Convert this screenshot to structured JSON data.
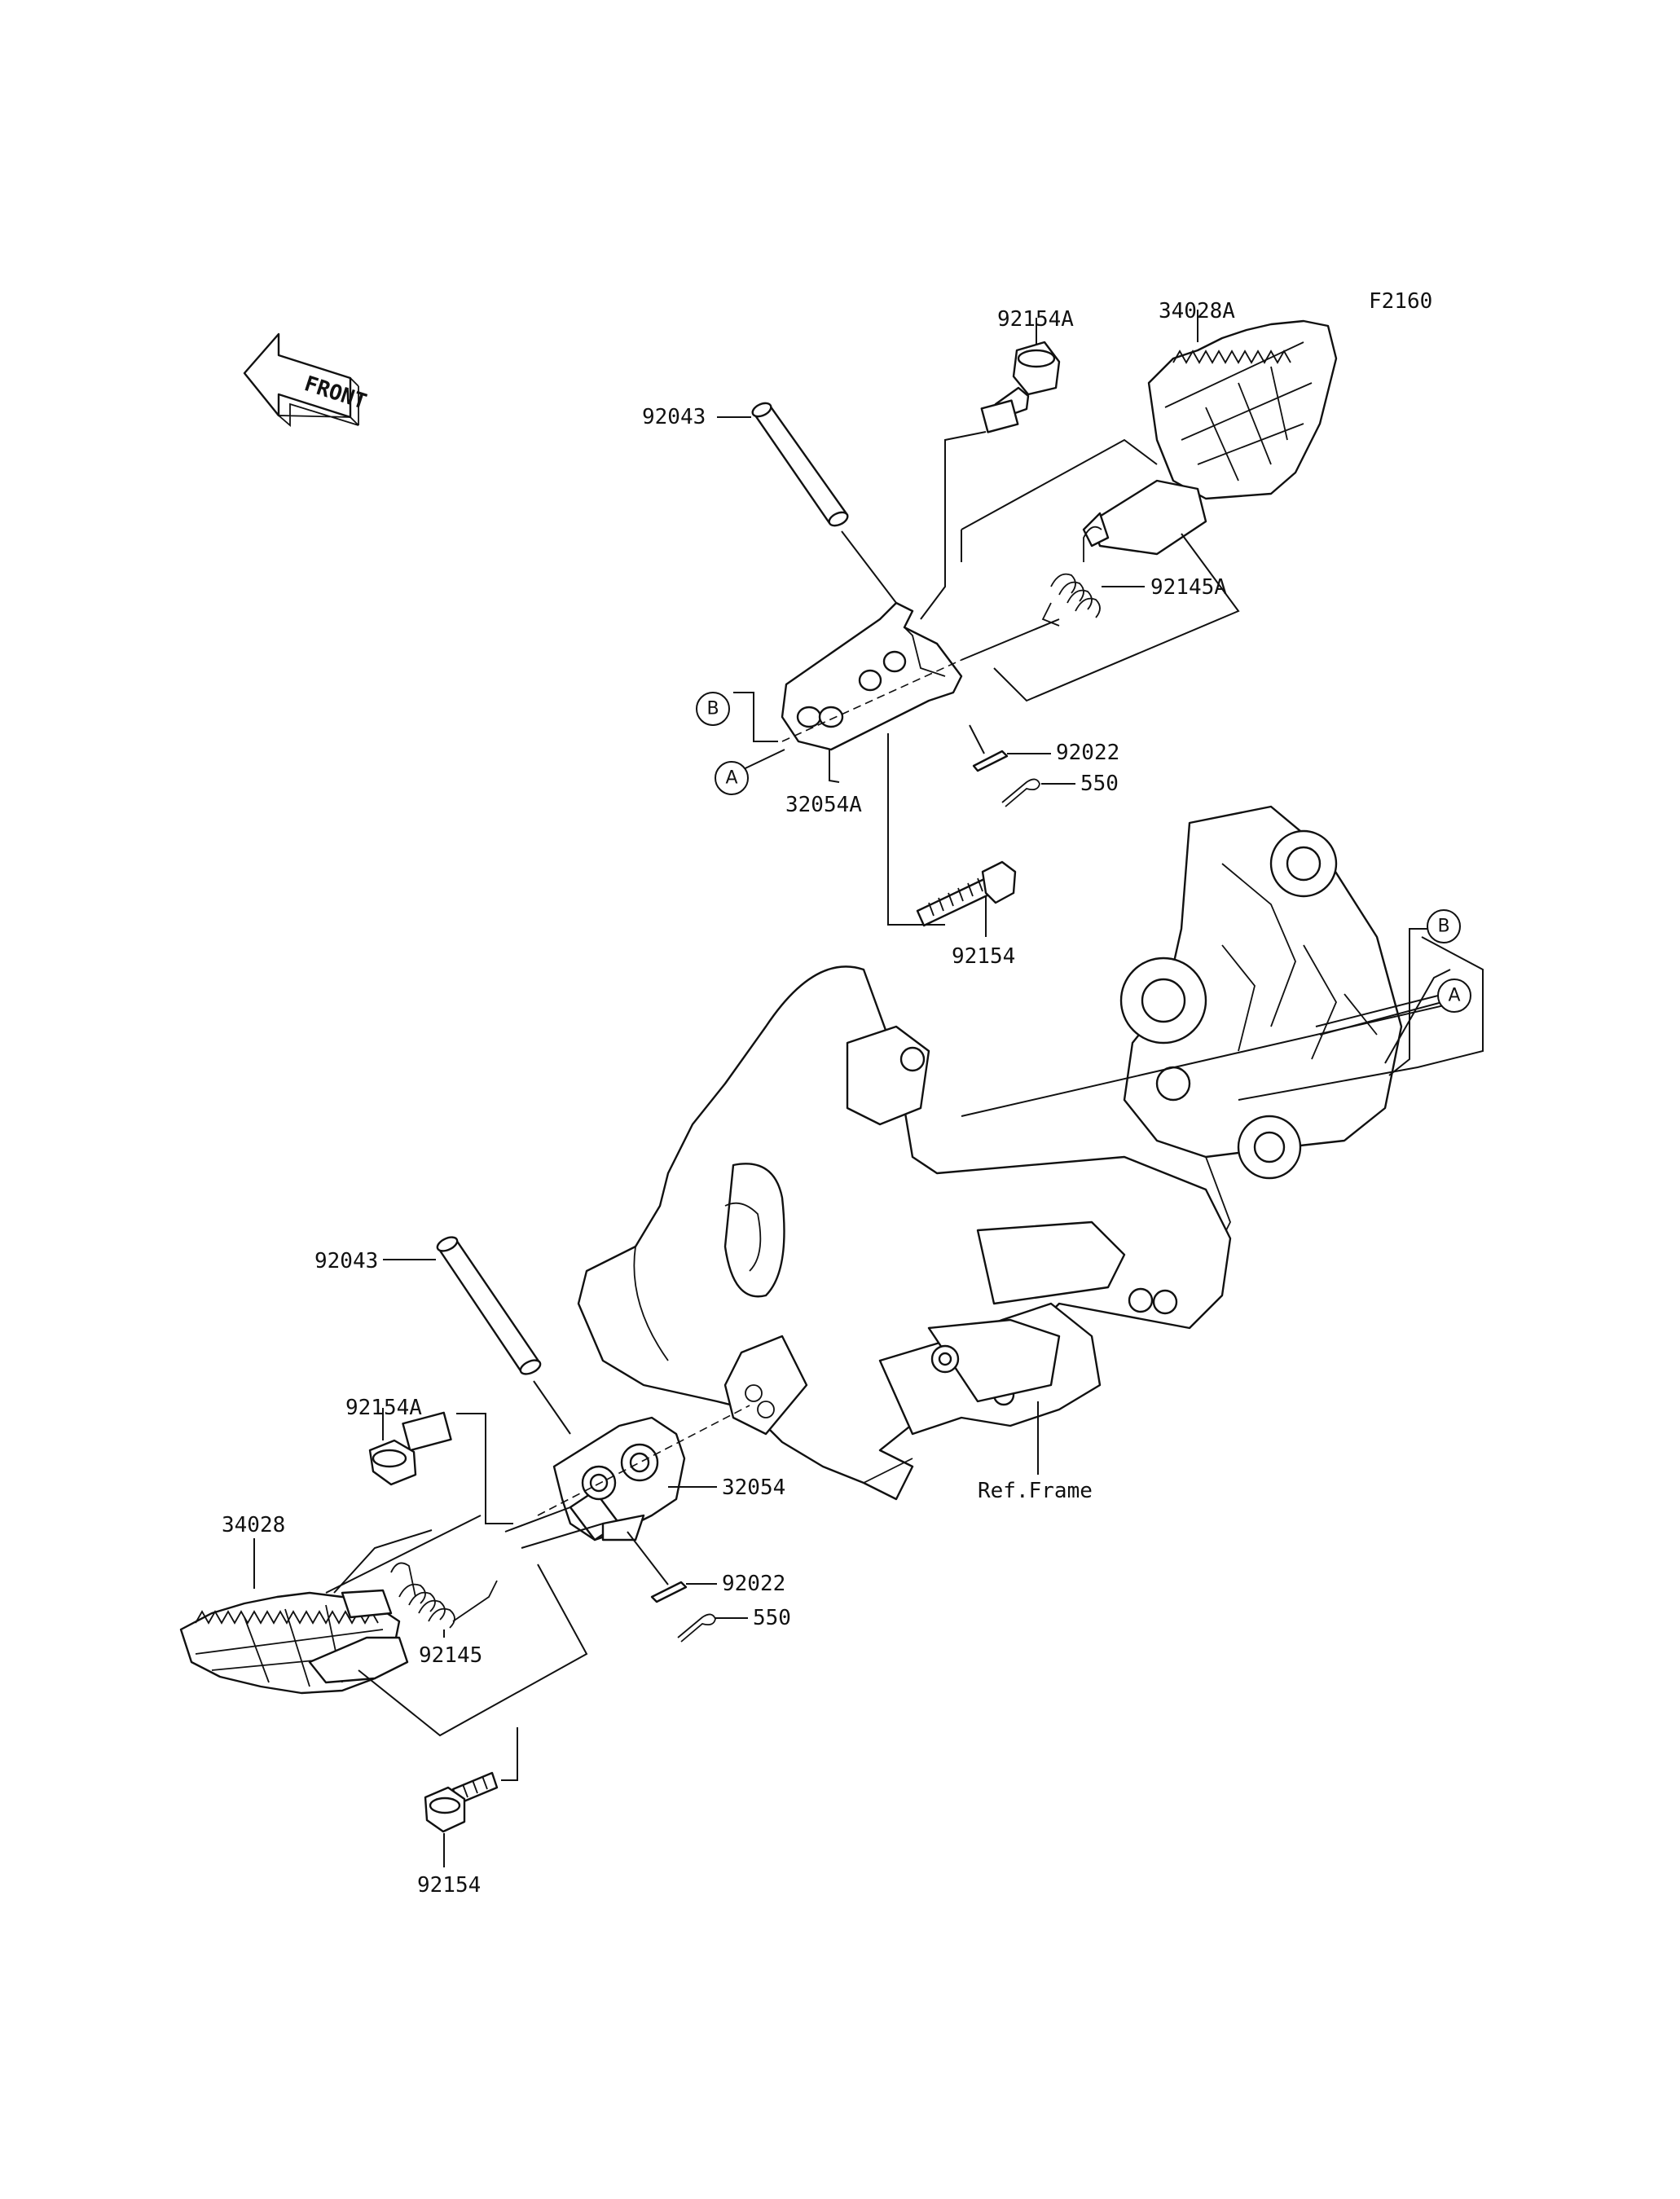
{
  "figure_code": "F2160",
  "front_arrow": {
    "text": "FRONT",
    "icon": "front-direction-arrow-icon"
  },
  "labels": {
    "pin_upper": "92043",
    "bolt_a_upper": "92154A",
    "footpeg_upper": "34028A",
    "spring_upper": "92145A",
    "bracket_upper": "32054A",
    "washer_upper": "92022",
    "cotter_upper": "550",
    "bolt_upper": "92154",
    "pin_lower": "92043",
    "bolt_a_lower": "92154A",
    "bracket_lower": "32054",
    "frame_ref": "Ref.Frame",
    "footpeg_lower": "34028",
    "washer_lower": "92022",
    "cotter_lower": "550",
    "spring_lower": "92145",
    "bolt_lower": "92154"
  },
  "callouts": {
    "b_left": "B",
    "a_left": "A",
    "b_right": "B",
    "a_right": "A"
  }
}
